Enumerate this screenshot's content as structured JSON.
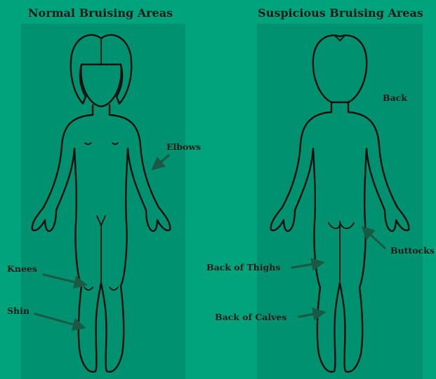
{
  "colors": {
    "background": "#00a37c",
    "panel": "#009270",
    "outline": "#0a0f0c",
    "arrow": "#1a5a44"
  },
  "panels": {
    "normal": {
      "title": "Normal Bruising Areas",
      "labels": {
        "elbows": "Elbows",
        "knees": "Knees",
        "shin": "Shin"
      }
    },
    "suspicious": {
      "title": "Suspicious Bruising Areas",
      "labels": {
        "back": "Back",
        "buttocks": "Buttocks",
        "back_of_thighs": "Back of Thighs",
        "back_of_calves": "Back of Calves"
      }
    }
  }
}
